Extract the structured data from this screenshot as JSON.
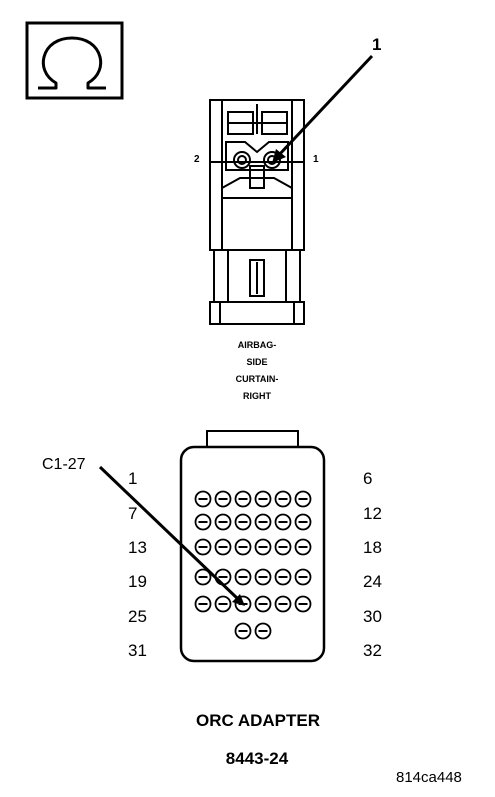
{
  "ohm_symbol": {
    "icon": "ohm-icon",
    "glyph": "Ω"
  },
  "top_connector": {
    "callout": "1",
    "pin_left": "2",
    "pin_right": "1",
    "label_lines": [
      "AIRBAG-",
      "SIDE",
      "CURTAIN-",
      "RIGHT"
    ]
  },
  "orc_connector": {
    "callout": "C1-27",
    "left_pins": [
      "1",
      "7",
      "13",
      "19",
      "25",
      "31"
    ],
    "right_pins": [
      "6",
      "12",
      "18",
      "24",
      "30",
      "32"
    ],
    "title": "ORC ADAPTER",
    "part_number": "8443-24"
  },
  "figure_id": "814ca448"
}
